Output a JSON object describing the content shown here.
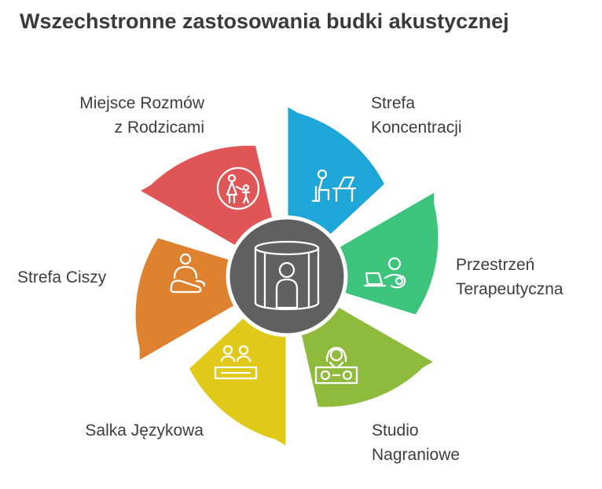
{
  "title": "Wszechstronne zastosowania budki akustycznej",
  "center": {
    "icon": "booth-person-icon",
    "color": "#606060"
  },
  "segments": [
    {
      "id": "concentration",
      "lines": [
        "Strefa",
        "Koncentracji"
      ],
      "color": "#1fa6d8",
      "icon": "person-at-desk-icon"
    },
    {
      "id": "therapy",
      "lines": [
        "Przestrzeń",
        "Terapeutyczna"
      ],
      "color": "#3cc47c",
      "icon": "person-with-laptop-icon"
    },
    {
      "id": "studio",
      "lines": [
        "Studio",
        "Nagraniowe"
      ],
      "color": "#8fbb3c",
      "icon": "dj-headphones-icon"
    },
    {
      "id": "language",
      "lines": [
        "Salka Językowa"
      ],
      "color": "#e0c919",
      "icon": "group-at-table-icon"
    },
    {
      "id": "silence",
      "lines": [
        "Strefa Ciszy"
      ],
      "color": "#de8230",
      "icon": "meditating-person-icon"
    },
    {
      "id": "parents",
      "lines": [
        "Miejsce Rozmów",
        "z Rodzicami"
      ],
      "color": "#e05656",
      "icon": "parent-child-icon"
    }
  ]
}
